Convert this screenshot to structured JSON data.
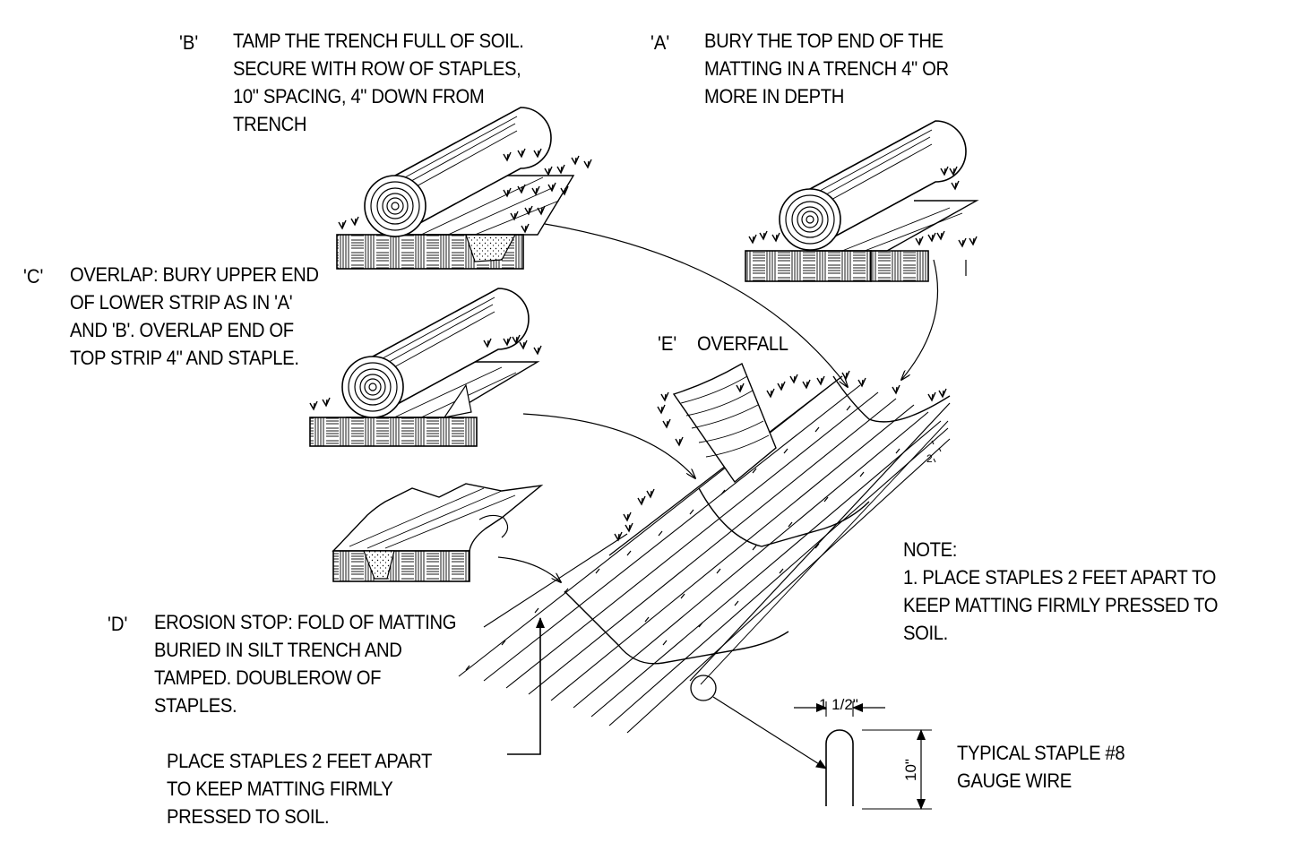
{
  "callouts": {
    "b": {
      "tag": "'B'",
      "lines": [
        "TAMP THE TRENCH FULL OF SOIL.",
        "SECURE WITH ROW OF STAPLES,",
        "10\" SPACING, 4\" DOWN FROM",
        "TRENCH"
      ]
    },
    "a": {
      "tag": "'A'",
      "lines": [
        "BURY THE TOP END OF THE",
        "MATTING IN A TRENCH 4\" OR",
        "MORE IN DEPTH"
      ]
    },
    "c": {
      "tag": "'C'",
      "lines": [
        "OVERLAP: BURY UPPER END",
        "OF LOWER STRIP AS IN 'A'",
        "AND 'B'. OVERLAP END OF",
        "TOP STRIP 4\" AND STAPLE."
      ]
    },
    "e": {
      "tag": "'E'",
      "text": "OVERFALL"
    },
    "d": {
      "tag": "'D'",
      "lines": [
        "EROSION STOP: FOLD OF MATTING",
        "BURIED IN SILT TRENCH AND",
        "TAMPED. DOUBLEROW OF",
        "STAPLES."
      ]
    },
    "place": {
      "lines": [
        "PLACE STAPLES 2 FEET APART",
        "TO KEEP MATTING FIRMLY",
        "PRESSED TO SOIL."
      ]
    }
  },
  "note": {
    "title": "NOTE:",
    "lines": [
      "1. PLACE STAPLES 2 FEET APART TO",
      "KEEP MATTING FIRMLY PRESSED TO",
      "SOIL."
    ]
  },
  "staple_detail": {
    "width_dim": "1 1/2\"",
    "height_dim": "10\"",
    "lines": [
      "TYPICAL STAPLE #8",
      "GAUGE WIRE"
    ]
  }
}
